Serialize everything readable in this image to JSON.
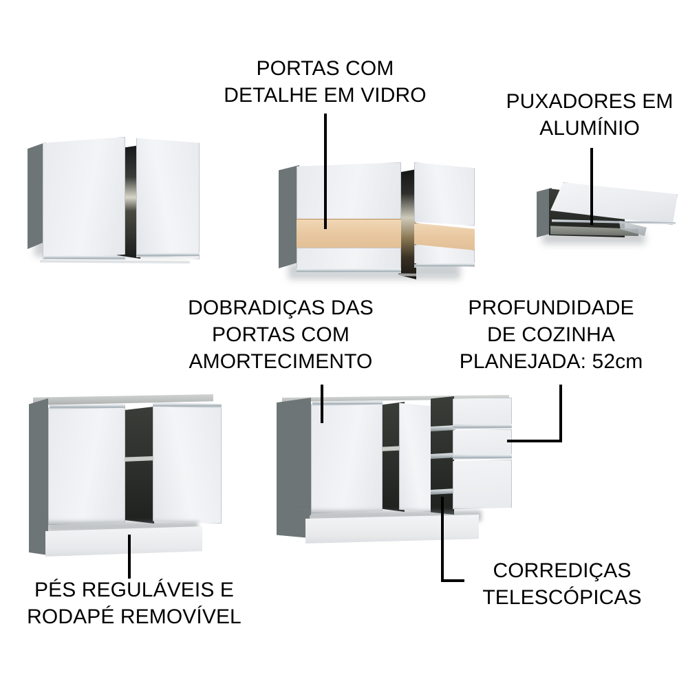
{
  "page": {
    "title": "Infográfico de Características - Cozinha",
    "background_color": "#ffffff",
    "text_color": "#000000"
  },
  "callouts": [
    {
      "id": "portas-vidro",
      "label": "PORTAS COM\nDETALHE EM VIDRO",
      "lines": [
        "PORTAS COM",
        "DETALHE EM VIDRO"
      ],
      "position": "top-center"
    },
    {
      "id": "puxadores-aluminio",
      "label": "PUXADORES EM\nALUMÍNIO",
      "lines": [
        "PUXADORES EM",
        "ALUMÍNIO"
      ],
      "position": "top-right"
    },
    {
      "id": "dobradicas-amortecimento",
      "label": "DOBRADIÇAS DAS\nPORTAS COM\nAMORTECIMENTO",
      "lines": [
        "DOBRADIÇAS DAS",
        "PORTAS COM",
        "AMORTECIMENTO"
      ],
      "position": "middle-left"
    },
    {
      "id": "profundidade",
      "label": "PROFUNDIDADE\nDE COZINHA\nPLANEJADA: 52cm",
      "lines": [
        "PROFUNDIDADE",
        "DE COZINHA",
        "PLANEJADA: 52cm"
      ],
      "measurement": "52cm",
      "position": "middle-right"
    },
    {
      "id": "pes-rodape",
      "label": "PÉS REGULÁVEIS E\nRODAPÉ REMOVÍVEL",
      "lines": [
        "PÉS REGULÁVEIS E",
        "RODAPÉ REMOVÍVEL"
      ],
      "position": "bottom-left"
    },
    {
      "id": "corredicas",
      "label": "CORREDIÇAS\nTELESCÓPICAS",
      "lines": [
        "CORREDIÇAS",
        "TELESCÓPICAS"
      ],
      "position": "bottom-right"
    }
  ],
  "products": [
    {
      "id": "wall-cabinet-2-doors",
      "name": "Armário aéreo 2 portas",
      "door_color": "#eceef1",
      "body_color": "#6e7576"
    },
    {
      "id": "wall-cabinet-glass-detail",
      "name": "Armário aéreo com detalhe em vidro",
      "door_color": "#eceef1",
      "glass_color": "#e9c9a2"
    },
    {
      "id": "wall-cabinet-flip-door",
      "name": "Armário aéreo basculante",
      "door_color": "#eceef1",
      "handle_color": "#c9d1d6"
    },
    {
      "id": "base-cabinet-2-doors",
      "name": "Balcão 2 portas com tampo",
      "counter_color": "#bcbfbd",
      "plinth_color": "#eceef1"
    },
    {
      "id": "base-cabinet-doors-drawers",
      "name": "Balcão 2 portas e 3 gavetas",
      "drawer_count": 3,
      "door_count": 2
    }
  ]
}
